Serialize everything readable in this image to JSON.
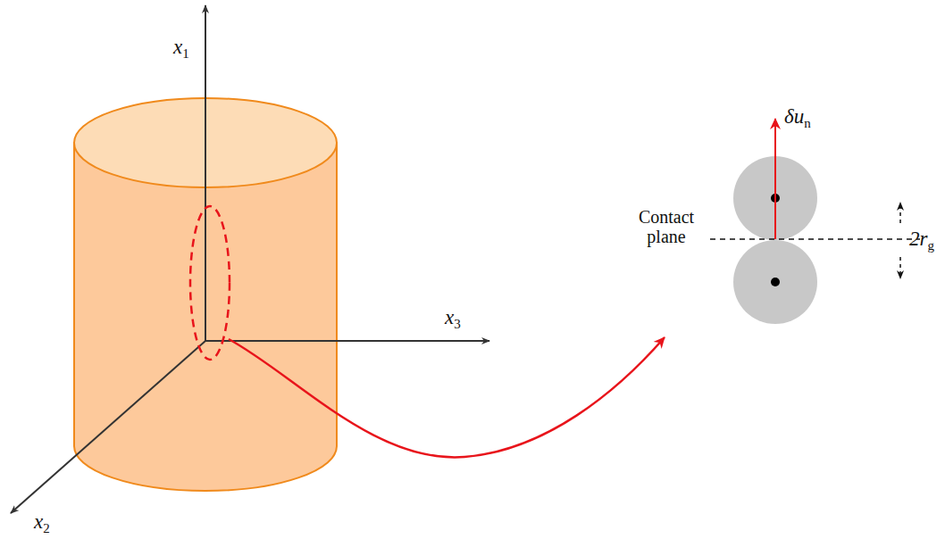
{
  "diagram": {
    "labels": [
      "x1",
      "x2",
      "x3",
      "δun",
      "Contact plane",
      "2rg"
    ]
  }
}
